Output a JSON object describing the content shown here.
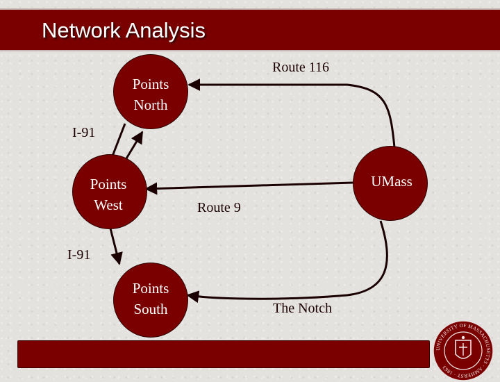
{
  "title": "Network Analysis",
  "nodes": {
    "north": "Points\nNorth",
    "west": "Points\nWest",
    "south": "Points\nSouth",
    "umass": "UMass"
  },
  "edges": {
    "route116": "Route 116",
    "route9": "Route 9",
    "i91_top": "I-91",
    "i91_bottom": "I-91",
    "notch": "The Notch"
  },
  "colors": {
    "maroon": "#7a0000",
    "background": "#e4e2df",
    "edge": "#1a0000"
  },
  "seal": {
    "text": "UNIVERSITY OF MASSACHUSETTS · AMHERST · 1863"
  }
}
